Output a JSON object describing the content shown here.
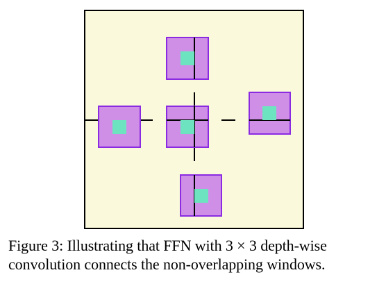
{
  "figure": {
    "caption_label": "Figure 3:",
    "caption_text_1": "Illustrating that FFN with",
    "caption_math": "3 × 3",
    "caption_text_2": "depth-wise",
    "caption_line_2": "convolution connects the non-overlapping windows."
  },
  "colors": {
    "canvas_background": "#fbf9dc",
    "canvas_border": "#000000",
    "window_fill": "#d08fe6",
    "window_border": "#8a2be2",
    "kernel_fill": "#6ee3c0",
    "grid_line": "#000000"
  }
}
